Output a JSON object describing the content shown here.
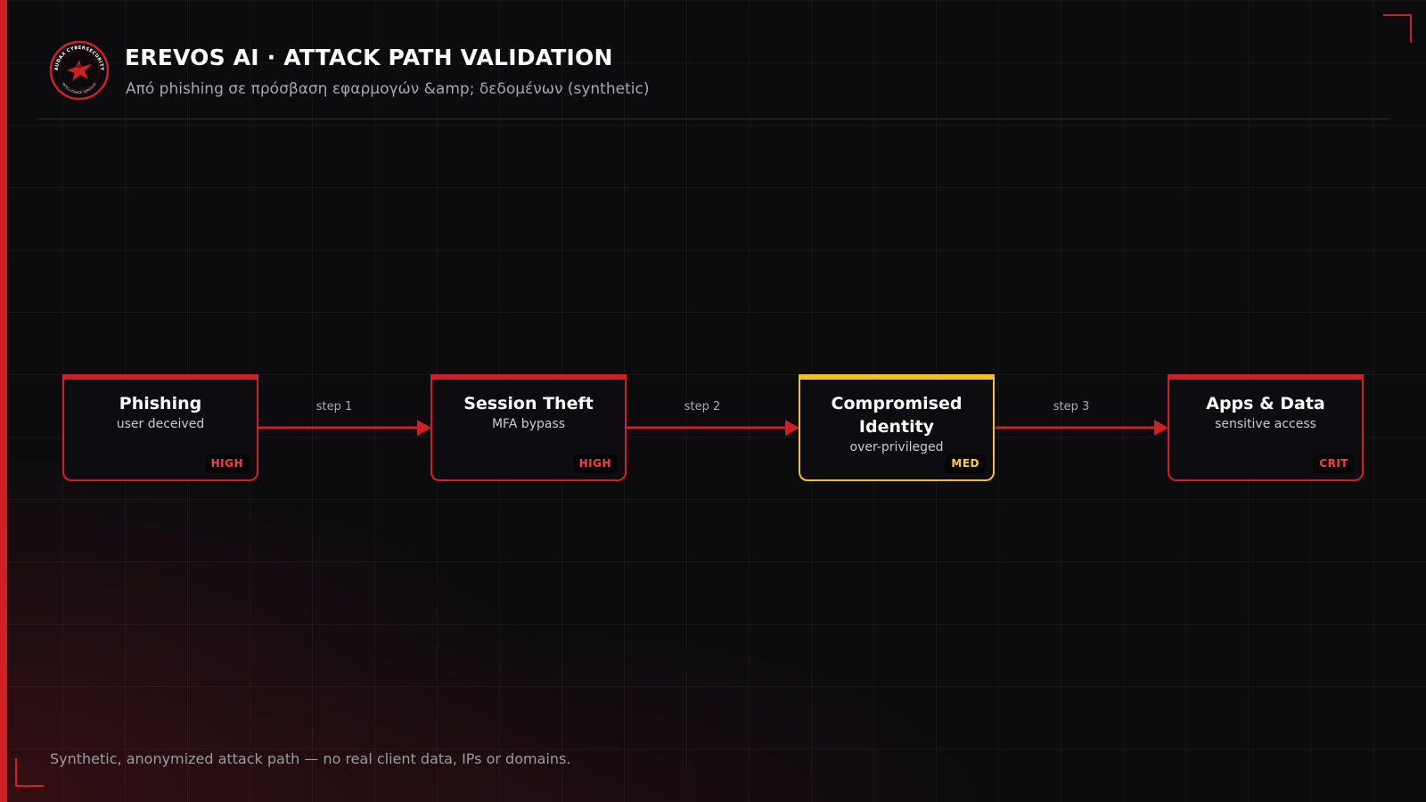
{
  "header": {
    "logo_icon": "eagle-crest-icon",
    "logo_ring_text": "AUDAX CYBERSECURITY",
    "logo_ring_subtext": "INTELLIGENCE SERVICES",
    "title": "EREVOS AI · ATTACK PATH VALIDATION",
    "subtitle": "Από phishing σε πρόσβαση εφαρμογών &amp; δεδομένων (synthetic)"
  },
  "nodes": [
    {
      "title": "Phishing",
      "subtitle": "user deceived",
      "severity": "HIGH"
    },
    {
      "title": "Session Theft",
      "subtitle": "MFA bypass",
      "severity": "HIGH"
    },
    {
      "title": "Compromised Identity",
      "subtitle": "over-privileged",
      "severity": "MED"
    },
    {
      "title": "Apps & Data",
      "subtitle": "sensitive access",
      "severity": "CRIT"
    }
  ],
  "edges": [
    {
      "label": "step 1",
      "from": 0,
      "to": 1
    },
    {
      "label": "step 2",
      "from": 1,
      "to": 2
    },
    {
      "label": "step 3",
      "from": 2,
      "to": 3
    }
  ],
  "footer": {
    "note": "Synthetic, anonymized attack path — no real client data, IPs or domains."
  },
  "colors": {
    "accent_red": "#d01f25",
    "severity_high": "#ff3b3b",
    "severity_med": "#f2c41a",
    "severity_crit": "#ff3b3b",
    "background": "#0c0c0f"
  }
}
